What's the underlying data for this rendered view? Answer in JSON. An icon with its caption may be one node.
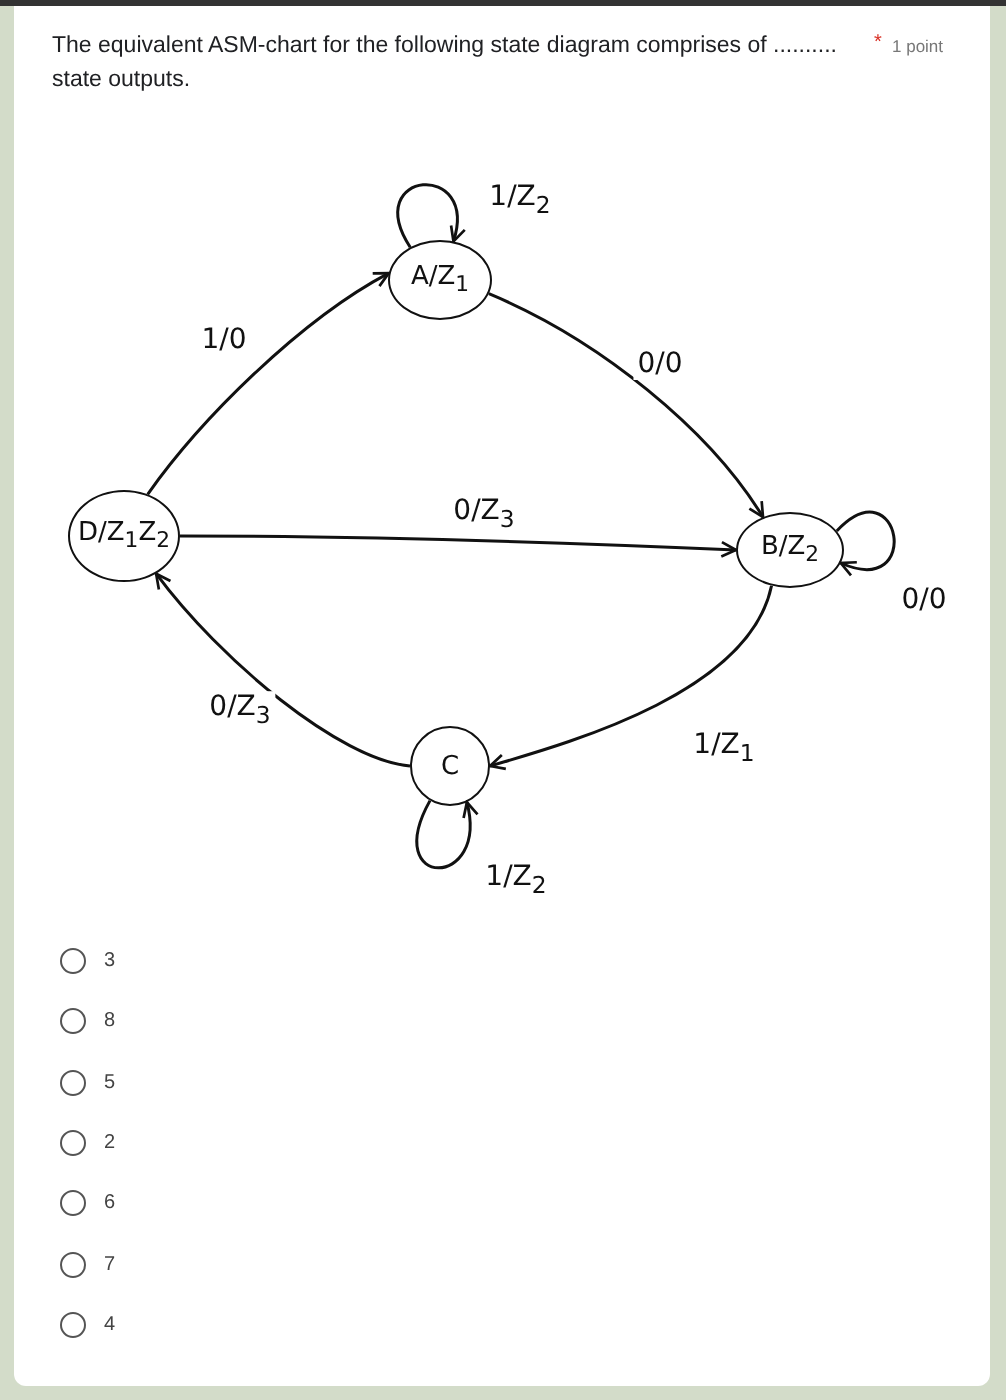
{
  "diagram": {
    "title": "The equivalent ASM-chart for the following state diagram comprises of .......... state outputs.",
    "nodes": [
      {
        "text": [
          "A/Z$_{1}$"
        ]
      },
      {
        "text": [
          "D/Z$_{1}$Z$_{2}$"
        ]
      },
      {
        "text": [
          "B/Z$_{2}$"
        ]
      },
      {
        "text": [
          "C"
        ]
      }
    ],
    "edges": [
      {
        "from": 1,
        "to": 0,
        "arrow": "to",
        "label": "1/0"
      },
      {
        "from": 0,
        "to": 2,
        "arrow": "to",
        "label": "0/0"
      },
      {
        "from": 1,
        "to": 2,
        "arrow": "to",
        "label": "0/Z$_{3}$"
      },
      {
        "from": 2,
        "to": 3,
        "arrow": "to",
        "label": "1/Z$_{1}$"
      },
      {
        "from": 3,
        "to": 1,
        "arrow": "to",
        "label": "0/Z$_{3}$"
      },
      {
        "from": 0,
        "to": 0,
        "arrow": "to",
        "label": "1/Z$_{2}$"
      },
      {
        "from": 2,
        "to": 2,
        "arrow": "to",
        "label": "0/0"
      },
      {
        "from": 3,
        "to": 3,
        "arrow": "to",
        "label": "1/Z$_{2}$"
      }
    ],
    "labels": [
      "*",
      "1 point",
      "3",
      "8",
      "5",
      "2",
      "6",
      "7",
      "4"
    ]
  }
}
